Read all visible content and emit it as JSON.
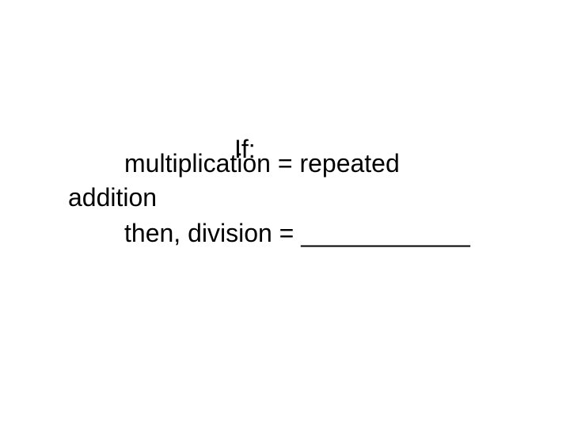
{
  "slide": {
    "if_label": "If:",
    "line1": "multiplication = repeated",
    "line2": "addition",
    "line3": "then, division = ____________"
  }
}
